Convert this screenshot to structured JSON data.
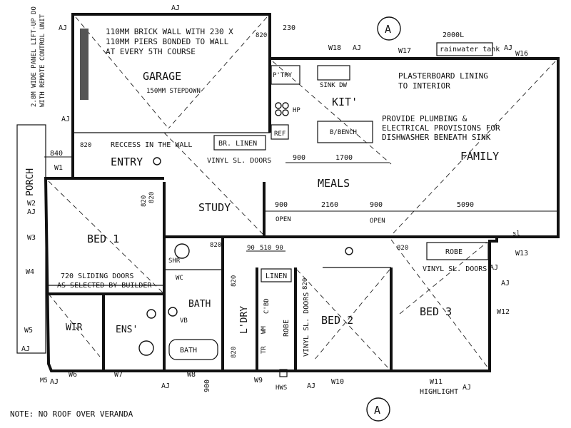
{
  "notes": {
    "garage_wall": [
      "110MM BRICK WALL WITH 230 X",
      "110MM PIERS BONDED TO WALL",
      "AT EVERY 5TH COURSE"
    ],
    "garage_door": [
      "2.8M WIDE PANEL LIFT-UP DO",
      "WITH REMOTE CONTROL UNIT"
    ],
    "stepdown": "150MM STEPDOWN",
    "recess": "RECCESS IN THE WALL",
    "plasterboard": [
      "PLASTERBOARD LINING",
      "TO INTERIOR"
    ],
    "plumbing": [
      "PROVIDE PLUMBING &",
      "ELECTRICAL PROVISIONS FOR",
      "DISHWASHER BENEATH SINK"
    ],
    "sliding": [
      "720 SLIDING DOORS",
      "AS SELECTED BY BUILDER"
    ],
    "vinyl_1": "VINYL SL. DOORS",
    "vinyl_2": "VINYL SL. DOORS",
    "vinyl_3": "VINYL SL. DOORS",
    "roof": "NOTE: NO ROOF OVER VERANDA",
    "tank_volume": "2000L",
    "tank": "rainwater tank",
    "highlight": "HIGHLIGHT",
    "sl": "sl"
  },
  "rooms": {
    "garage": "GARAGE",
    "kit": "KIT'",
    "family": "FAMILY",
    "meals": "MEALS",
    "entry": "ENTRY",
    "study": "STUDY",
    "porch": "PORCH",
    "bed1": "BED 1",
    "bed2": "BED 2",
    "bed3": "BED 3",
    "bath": "BATH",
    "ldry": "L'DRY",
    "wir": "WIR",
    "ens": "ENS'"
  },
  "fixtures": {
    "ptry": "P'TRY",
    "sink_dw": "SINK DW",
    "hp": "HP",
    "ref": "REF",
    "bbench": "B/BENCH",
    "br_linen": "BR. LINEN",
    "linen": "LINEN",
    "cbd": "C'BD",
    "robe_ldry": "ROBE",
    "robe_bed3": "ROBE",
    "bath_tub": "BATH",
    "vb": "VB",
    "wc": "WC",
    "shr": "SHR",
    "wm": "WM",
    "tr": "TR",
    "hws": "HWS"
  },
  "door_sizes": {
    "garage": "820",
    "entry": "820",
    "bed1": "820",
    "bath": "820",
    "ldry_a": "820",
    "ldry_b": "820",
    "bed2": "820",
    "robe": "820",
    "bed3": "820"
  },
  "dimensions": {
    "d230": "230",
    "d840": "840",
    "d900_a": "900",
    "d1700": "1700",
    "d900_b": "900",
    "d2160": "2160",
    "d900_c": "900",
    "d5090": "5090",
    "d90_a": "90",
    "d510": "510",
    "d90_b": "90",
    "d900_d": "900",
    "open_a": "OPEN",
    "open_b": "OPEN"
  },
  "windows": {
    "W1": "W1",
    "W2": "W2",
    "W3": "W3",
    "W4": "W4",
    "W5": "W5",
    "W6": "W6",
    "W7": "W7",
    "W8": "W8",
    "W9": "W9",
    "W10": "W10",
    "W11": "W11",
    "W12": "W12",
    "W13": "W13",
    "W16": "W16",
    "W17": "W17",
    "W18": "W18",
    "M5": "M5"
  },
  "tags": {
    "aj_1": "AJ",
    "aj_2": "AJ",
    "aj_3": "AJ",
    "aj_4": "AJ",
    "aj_5": "AJ",
    "aj_6": "AJ",
    "aj_7": "AJ",
    "aj_8": "AJ",
    "aj_9": "AJ",
    "aj_10": "AJ",
    "aj_11": "AJ",
    "aj_12": "AJ",
    "aj_13": "AJ"
  },
  "section_markers": {
    "top": "A",
    "bottom": "A"
  }
}
